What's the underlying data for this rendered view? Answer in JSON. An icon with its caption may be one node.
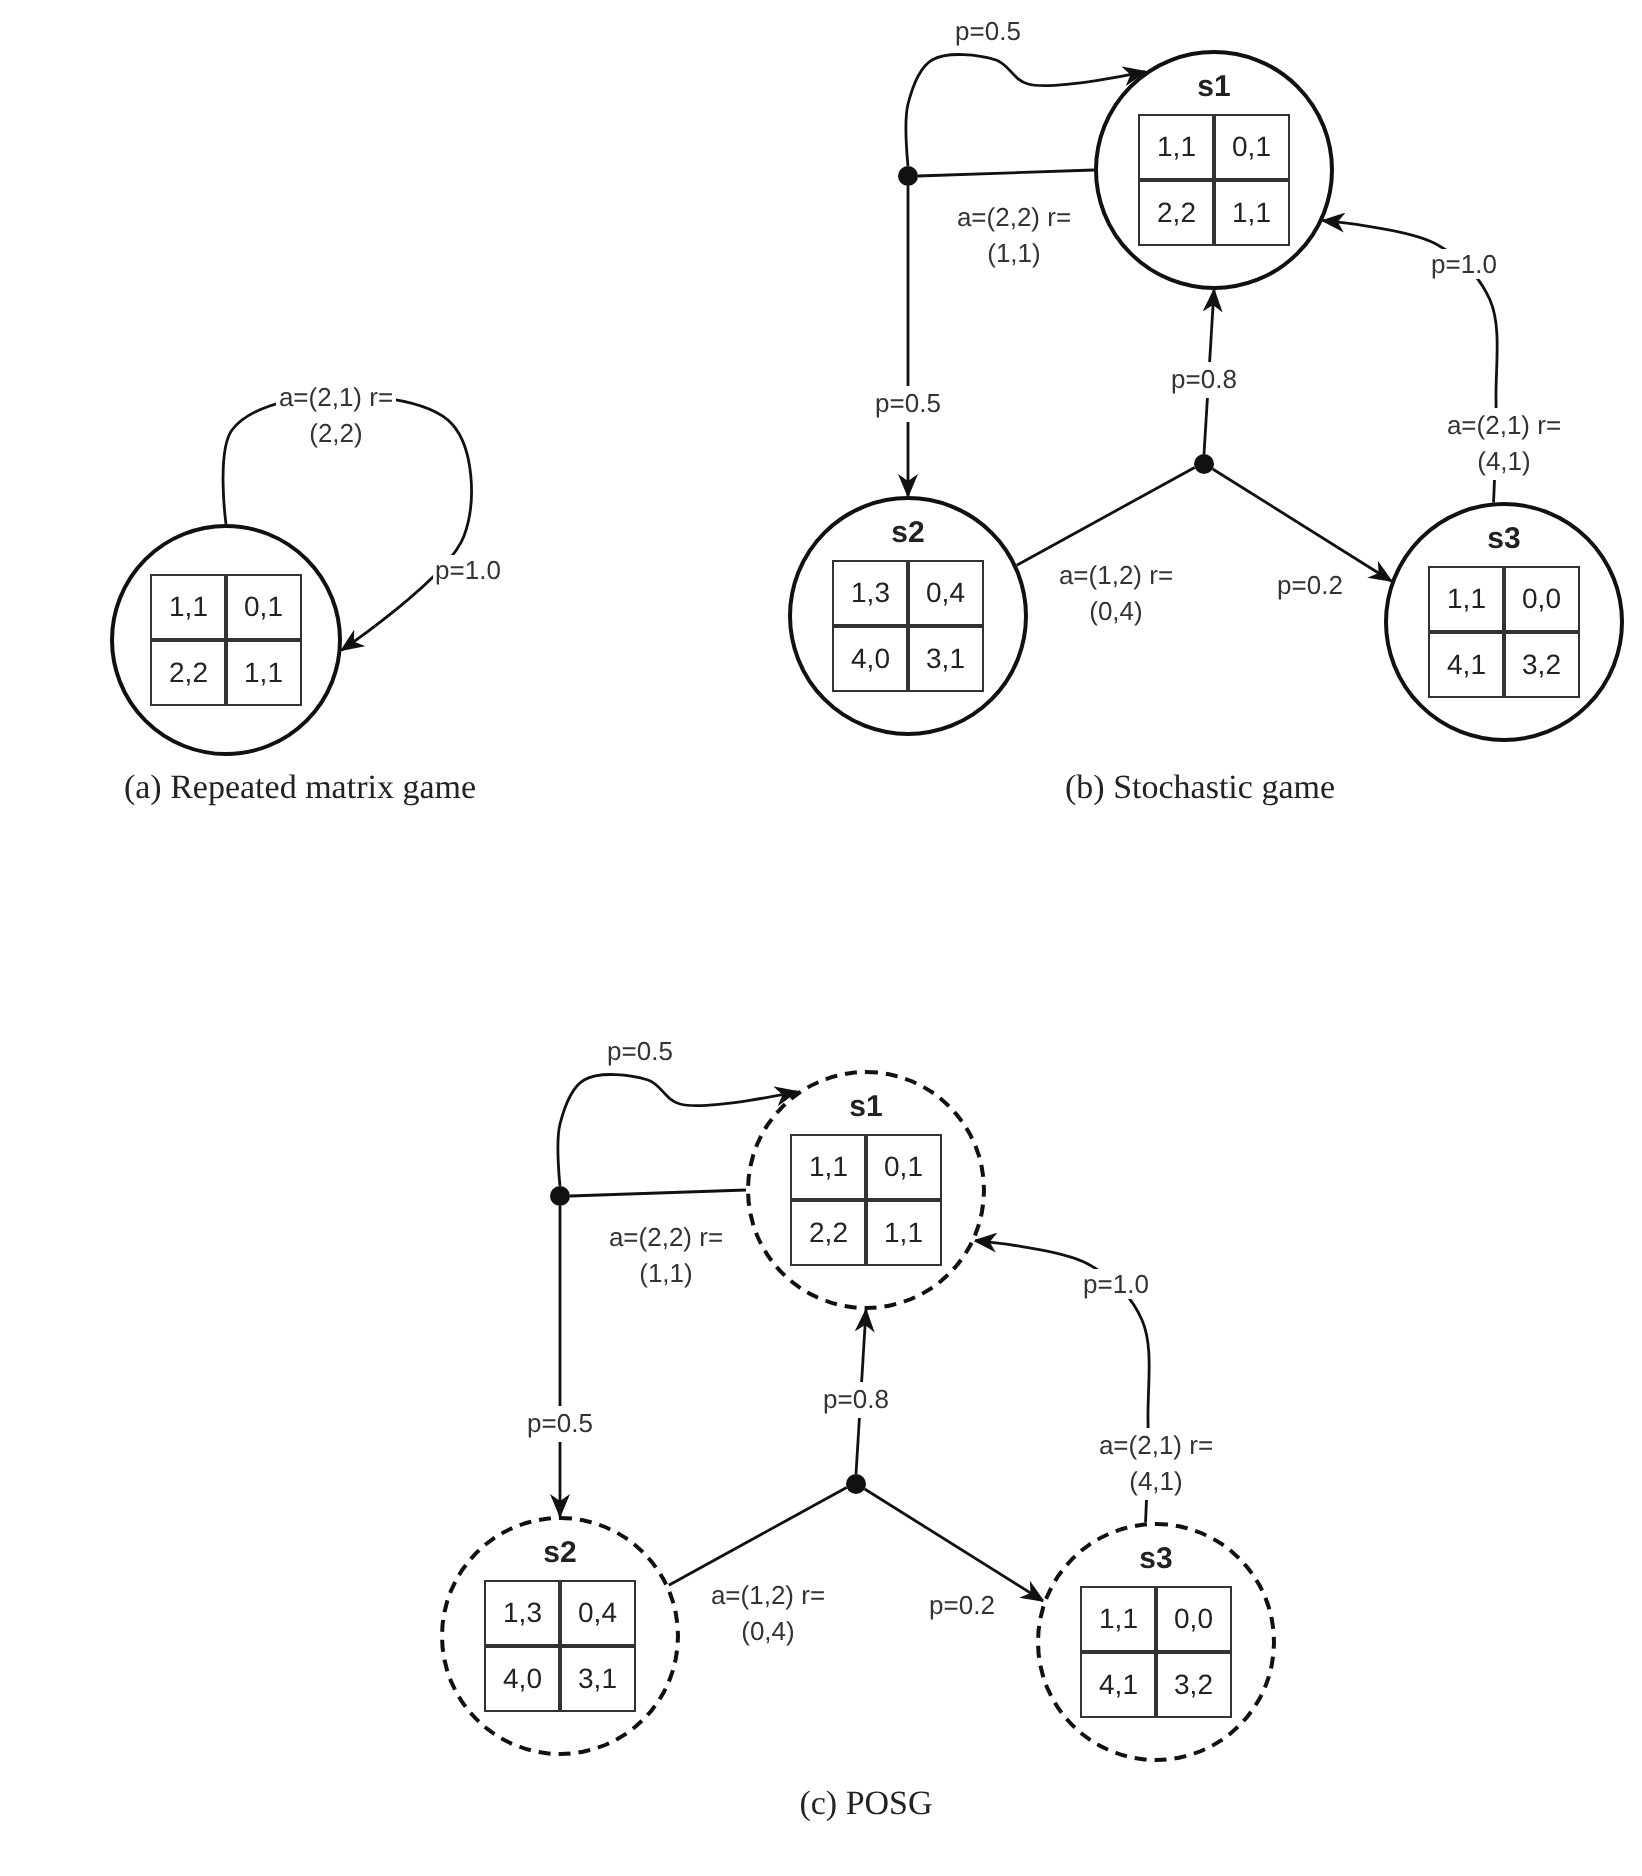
{
  "diagram": {
    "nodes": [
      {
        "text": [
          "1,1",
          "0,1",
          "2,2",
          "1,1"
        ]
      },
      {
        "text": [
          "s1",
          "1,1",
          "0,1",
          "2,2",
          "1,1"
        ]
      },
      {
        "text": [],
        "shape": "circle"
      },
      {
        "text": [
          "s2",
          "1,3",
          "0,4",
          "4,0",
          "3,1"
        ]
      },
      {
        "text": [],
        "shape": "circle"
      },
      {
        "text": [
          "s3",
          "1,1",
          "0,0",
          "4,1",
          "3,2"
        ]
      },
      {
        "text": [
          "s1",
          "1,1",
          "0,1",
          "2,2",
          "1,1"
        ]
      },
      {
        "text": [],
        "shape": "circle"
      },
      {
        "text": [
          "s2",
          "1,3",
          "0,4",
          "4,0",
          "3,1"
        ]
      },
      {
        "text": [],
        "shape": "circle"
      },
      {
        "text": [
          "s3",
          "1,1",
          "0,0",
          "4,1",
          "3,2"
        ]
      }
    ],
    "edges": [
      {
        "from": 0,
        "to": 0,
        "arrow": "to",
        "label": "a=(2,1) r=(2,2)"
      },
      {
        "from": 1,
        "to": 2,
        "arrow": "none",
        "label": "a=(2,2) r=(1,1)"
      },
      {
        "from": 2,
        "to": 1,
        "arrow": "to",
        "label": "p=0.5"
      },
      {
        "from": 2,
        "to": 3,
        "arrow": "to",
        "label": "p=0.5"
      },
      {
        "from": 3,
        "to": 4,
        "arrow": "none",
        "label": "a=(1,2) r=(0,4)"
      },
      {
        "from": 4,
        "to": 1,
        "arrow": "to",
        "label": "p=0.8"
      },
      {
        "from": 4,
        "to": 5,
        "arrow": "to",
        "label": "p=0.2"
      },
      {
        "from": 5,
        "to": 1,
        "arrow": "to",
        "label": "a=(2,1) r=(4,1)"
      },
      {
        "from": 6,
        "to": 7,
        "arrow": "none",
        "label": "a=(2,2) r=(1,1)"
      },
      {
        "from": 7,
        "to": 6,
        "arrow": "to",
        "label": "p=0.5"
      },
      {
        "from": 7,
        "to": 8,
        "arrow": "to",
        "label": "p=0.5"
      },
      {
        "from": 8,
        "to": 9,
        "arrow": "none",
        "label": "a=(1,2) r=(0,4)"
      },
      {
        "from": 9,
        "to": 6,
        "arrow": "to",
        "label": "p=0.8"
      },
      {
        "from": 9,
        "to": 10,
        "arrow": "to",
        "label": "p=0.2"
      },
      {
        "from": 10,
        "to": 6,
        "arrow": "to",
        "label": "a=(2,1) r=(4,1)"
      }
    ],
    "labels": [
      "p=1.0",
      "(a) Repeated matrix game",
      "p=1.0",
      "(b) Stochastic game",
      "p=1.0",
      "(c) POSG"
    ]
  }
}
